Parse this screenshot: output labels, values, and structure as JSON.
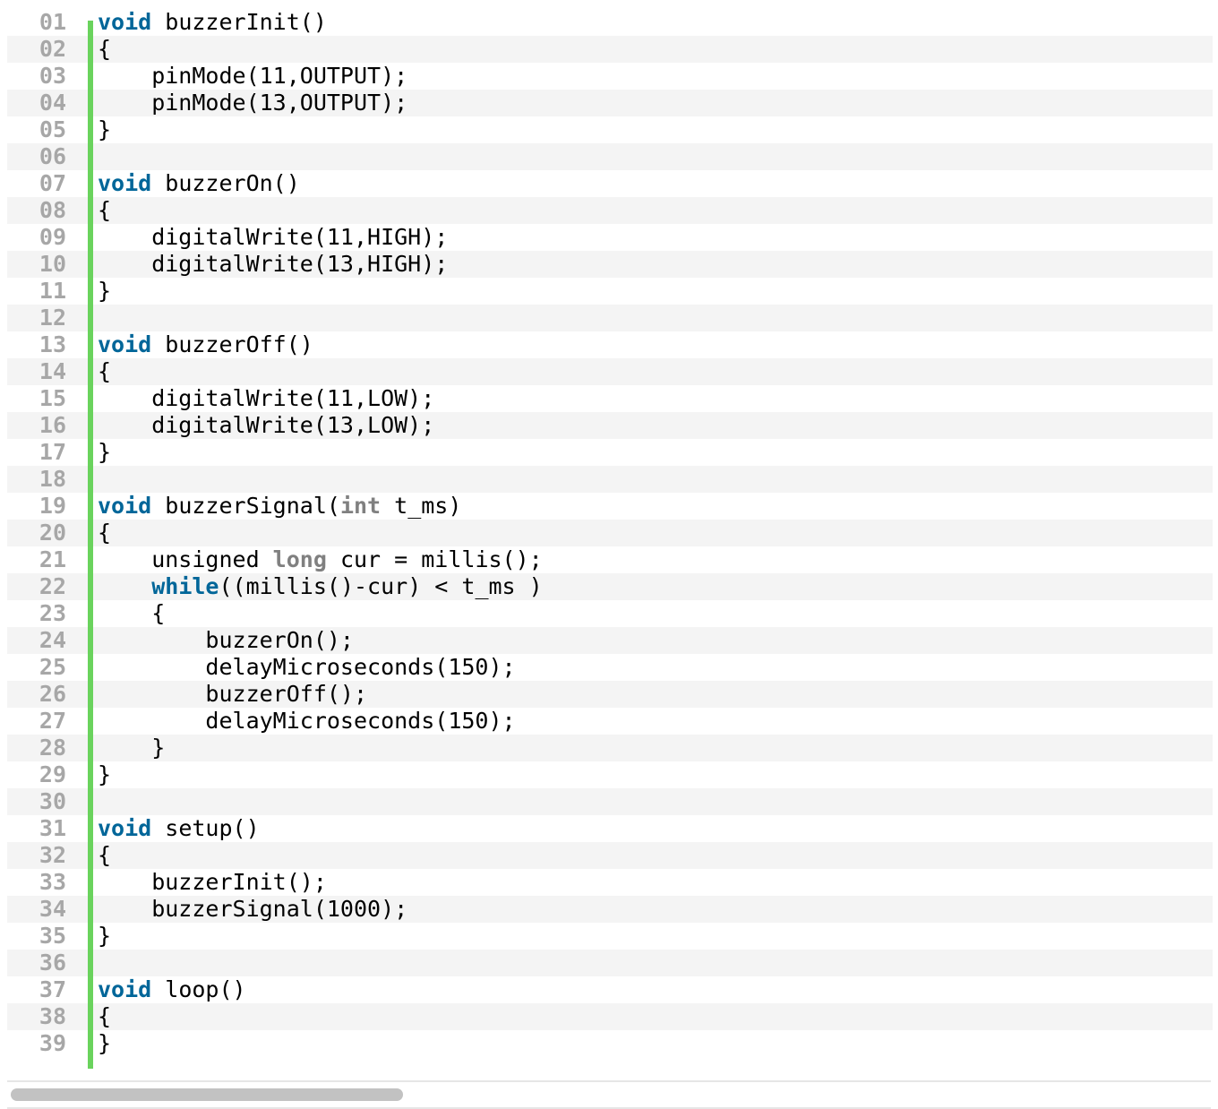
{
  "code_viewer": {
    "lines": [
      {
        "num": "01",
        "code": "[[kw:void]] buzzerInit()"
      },
      {
        "num": "02",
        "code": "{"
      },
      {
        "num": "03",
        "code": "    pinMode(11,OUTPUT);"
      },
      {
        "num": "04",
        "code": "    pinMode(13,OUTPUT);"
      },
      {
        "num": "05",
        "code": "}"
      },
      {
        "num": "06",
        "code": ""
      },
      {
        "num": "07",
        "code": "[[kw:void]] buzzerOn()"
      },
      {
        "num": "08",
        "code": "{"
      },
      {
        "num": "09",
        "code": "    digitalWrite(11,HIGH);"
      },
      {
        "num": "10",
        "code": "    digitalWrite(13,HIGH);"
      },
      {
        "num": "11",
        "code": "}"
      },
      {
        "num": "12",
        "code": ""
      },
      {
        "num": "13",
        "code": "[[kw:void]] buzzerOff()"
      },
      {
        "num": "14",
        "code": "{"
      },
      {
        "num": "15",
        "code": "    digitalWrite(11,LOW);"
      },
      {
        "num": "16",
        "code": "    digitalWrite(13,LOW);"
      },
      {
        "num": "17",
        "code": "}"
      },
      {
        "num": "18",
        "code": ""
      },
      {
        "num": "19",
        "code": "[[kw:void]] buzzerSignal([[ty:int]] t_ms)"
      },
      {
        "num": "20",
        "code": "{"
      },
      {
        "num": "21",
        "code": "    unsigned [[ty:long]] cur = millis();"
      },
      {
        "num": "22",
        "code": "    [[kw:while]]((millis()-cur) < t_ms )"
      },
      {
        "num": "23",
        "code": "    {"
      },
      {
        "num": "24",
        "code": "        buzzerOn();"
      },
      {
        "num": "25",
        "code": "        delayMicroseconds(150);"
      },
      {
        "num": "26",
        "code": "        buzzerOff();"
      },
      {
        "num": "27",
        "code": "        delayMicroseconds(150);"
      },
      {
        "num": "28",
        "code": "    }"
      },
      {
        "num": "29",
        "code": "}"
      },
      {
        "num": "30",
        "code": ""
      },
      {
        "num": "31",
        "code": "[[kw:void]] setup()"
      },
      {
        "num": "32",
        "code": "{"
      },
      {
        "num": "33",
        "code": "    buzzerInit();"
      },
      {
        "num": "34",
        "code": "    buzzerSignal(1000);"
      },
      {
        "num": "35",
        "code": "}"
      },
      {
        "num": "36",
        "code": ""
      },
      {
        "num": "37",
        "code": "[[kw:void]] loop()"
      },
      {
        "num": "38",
        "code": "{"
      },
      {
        "num": "39",
        "code": "}"
      }
    ]
  },
  "colors": {
    "keyword": "#006699",
    "type": "#808080",
    "line_number": "#a7a7a7",
    "gutter_bar": "#6ad35d",
    "alt_row": "#f4f4f4"
  }
}
